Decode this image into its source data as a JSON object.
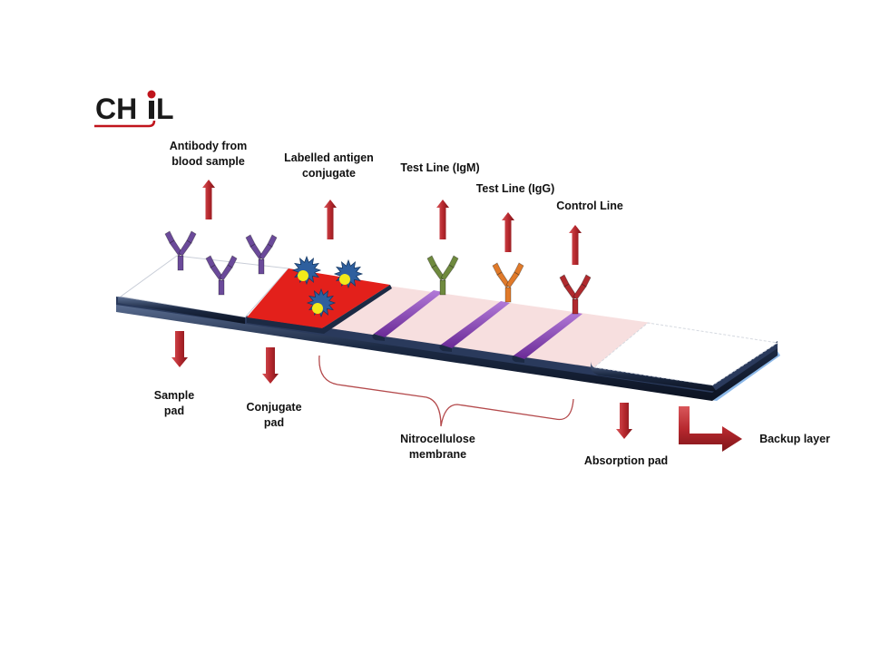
{
  "logo": {
    "text_a": "CH",
    "text_b": "L",
    "primary_color": "#1a1a1a",
    "accent_color": "#c0141c"
  },
  "labels": {
    "antibody_from_blood": [
      "Antibody from",
      "blood sample"
    ],
    "labelled_antigen": [
      "Labelled antigen",
      "conjugate"
    ],
    "test_line_igm": [
      "Test Line (IgM)"
    ],
    "test_line_igg": [
      "Test Line (IgG)"
    ],
    "control_line": [
      "Control Line"
    ],
    "sample_pad": [
      "Sample",
      "pad"
    ],
    "conjugate_pad": [
      "Conjugate",
      "pad"
    ],
    "nitrocellulose": [
      "Nitrocellulose",
      "membrane"
    ],
    "absorption_pad": [
      "Absorption pad"
    ],
    "backup_layer": [
      "Backup layer"
    ]
  },
  "colors": {
    "arrow": "#b7282e",
    "conjugate_pad": "#e3201b",
    "membrane": "#f6dcdc",
    "test_line": "#8a3fb5",
    "antibody_sample": "#6b4a9a",
    "antibody_igm": "#6f8a3e",
    "antibody_igg": "#e07a2a",
    "antibody_control": "#b02a2e",
    "antigen": "#2e5f9e",
    "label_dot": "#f2ea1a",
    "strip_edge": "#1c2a44",
    "backup_layer": "#7fb0e6"
  }
}
